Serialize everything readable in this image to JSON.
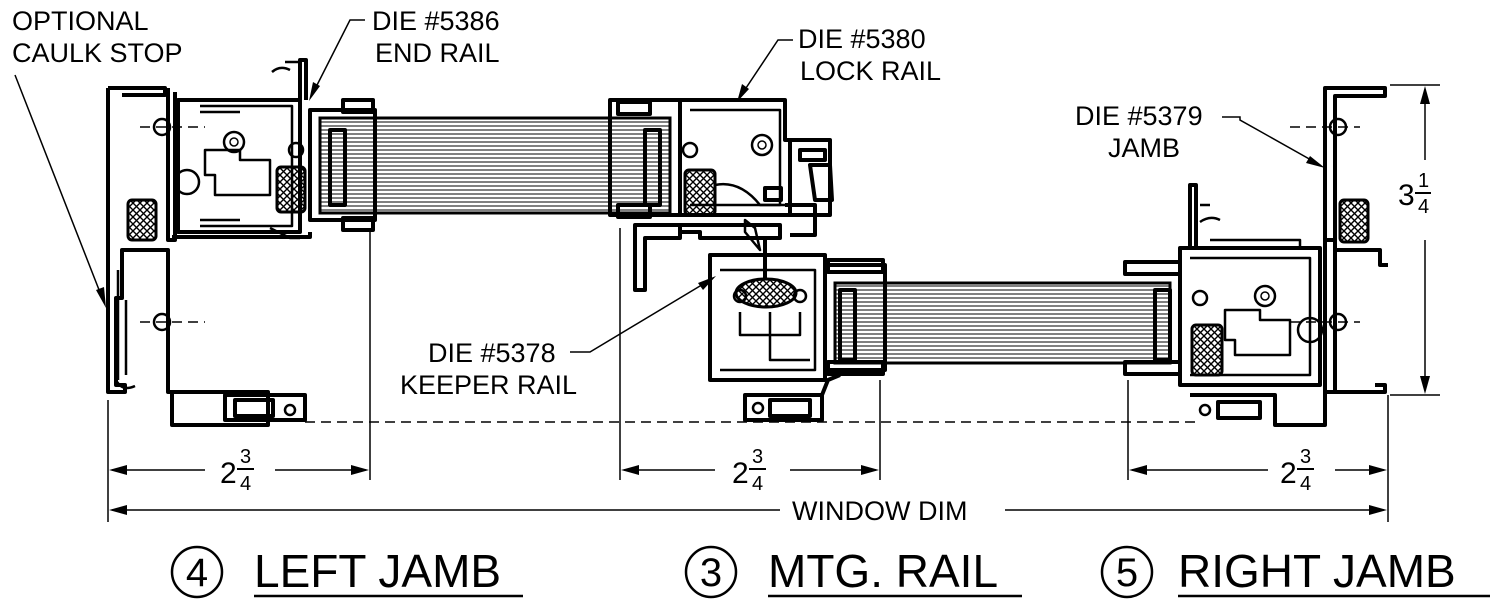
{
  "labels": {
    "caulk_stop_line1": "OPTIONAL",
    "caulk_stop_line2": "CAULK STOP",
    "end_rail_die": "DIE #5386",
    "end_rail_name": "END RAIL",
    "lock_rail_die": "DIE #5380",
    "lock_rail_name": "LOCK RAIL",
    "jamb_die": "DIE #5379",
    "jamb_name": "JAMB",
    "keeper_rail_die": "DIE #5378",
    "keeper_rail_name": "KEEPER RAIL"
  },
  "dimensions": {
    "height": {
      "whole": "3",
      "numerator": "1",
      "denominator": "4"
    },
    "left_width": {
      "whole": "2",
      "numerator": "3",
      "denominator": "4"
    },
    "center_width": {
      "whole": "2",
      "numerator": "3",
      "denominator": "4"
    },
    "right_width": {
      "whole": "2",
      "numerator": "3",
      "denominator": "4"
    },
    "overall": "WINDOW DIM"
  },
  "sections": [
    {
      "number": "4",
      "title": "LEFT JAMB"
    },
    {
      "number": "3",
      "title": "MTG. RAIL"
    },
    {
      "number": "5",
      "title": "RIGHT JAMB"
    }
  ]
}
